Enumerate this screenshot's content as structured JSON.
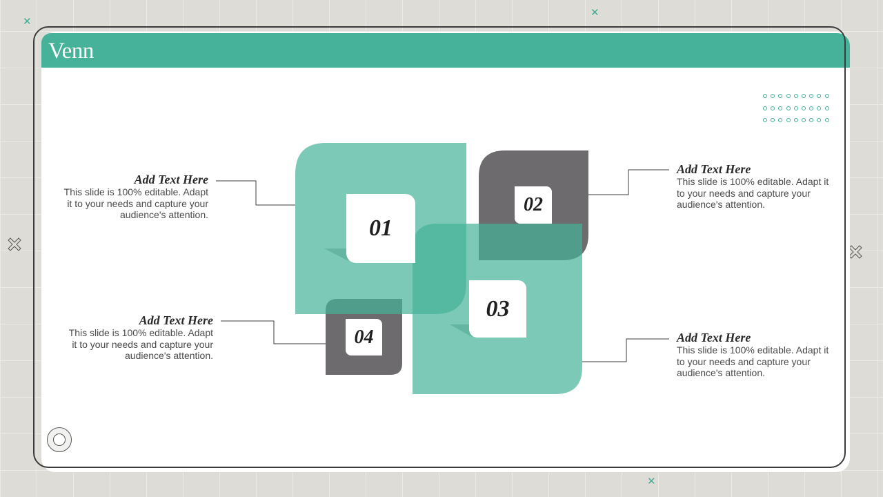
{
  "slide": {
    "title": "Venn",
    "colors": {
      "accent": "#45b299",
      "accent_light": "#7ecab7",
      "dark": "#6d6b6e",
      "background": "#dddcd6"
    }
  },
  "venn": {
    "items": [
      {
        "number": "01",
        "heading": "Add Text Here",
        "body": "This slide is 100% editable. Adapt it to your needs and capture your audience's attention."
      },
      {
        "number": "02",
        "heading": "Add Text Here",
        "body": "This slide is 100% editable. Adapt it to your needs and capture your audience's attention."
      },
      {
        "number": "03",
        "heading": "Add Text Here",
        "body": "This slide is 100% editable. Adapt it to your needs and capture your audience's attention."
      },
      {
        "number": "04",
        "heading": "Add Text Here",
        "body": "This slide is 100% editable. Adapt it to your needs and capture your audience's attention."
      }
    ]
  },
  "icons": {
    "corner_crosses": "cross-icon",
    "side_marks": "x-outline-icon",
    "nav": "circle-button-icon"
  }
}
